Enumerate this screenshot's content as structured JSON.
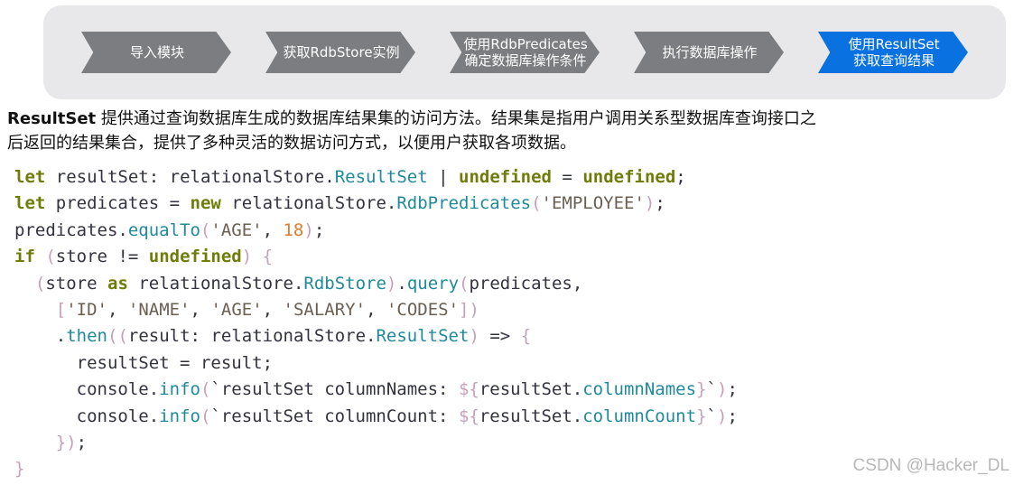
{
  "flow": {
    "steps": [
      {
        "lines": [
          "导入模块"
        ],
        "color": "#7b7d80"
      },
      {
        "lines": [
          "获取RdbStore实例"
        ],
        "color": "#7b7d80"
      },
      {
        "lines": [
          "使用RdbPredicates",
          "确定数据库操作条件"
        ],
        "color": "#7b7d80"
      },
      {
        "lines": [
          "执行数据库操作"
        ],
        "color": "#7b7d80"
      },
      {
        "lines": [
          "使用ResultSet",
          "获取查询结果"
        ],
        "color": "#0a72e0"
      }
    ]
  },
  "description": {
    "term": "ResultSet",
    "line1": " 提供通过查询数据库生成的数据库结果集的访问方法。结果集是指用户调用关系型数据库查询接口之",
    "line2": "后返回的结果集合，提供了多种灵活的数据访问方式，以便用户获取各项数据。"
  },
  "code": {
    "lines": [
      "let resultSet: relationalStore.ResultSet | undefined = undefined;",
      "let predicates = new relationalStore.RdbPredicates('EMPLOYEE');",
      "predicates.equalTo('AGE', 18);",
      "if (store != undefined) {",
      "  (store as relationalStore.RdbStore).query(predicates,",
      "    ['ID', 'NAME', 'AGE', 'SALARY', 'CODES'])",
      "    .then((result: relationalStore.ResultSet) => {",
      "      resultSet = result;",
      "      console.info(`resultSet columnNames: ${resultSet.columnNames}`);",
      "      console.info(`resultSet columnCount: ${resultSet.columnCount}`);",
      "    });",
      "}"
    ]
  },
  "watermark": "CSDN @Hacker_DL"
}
